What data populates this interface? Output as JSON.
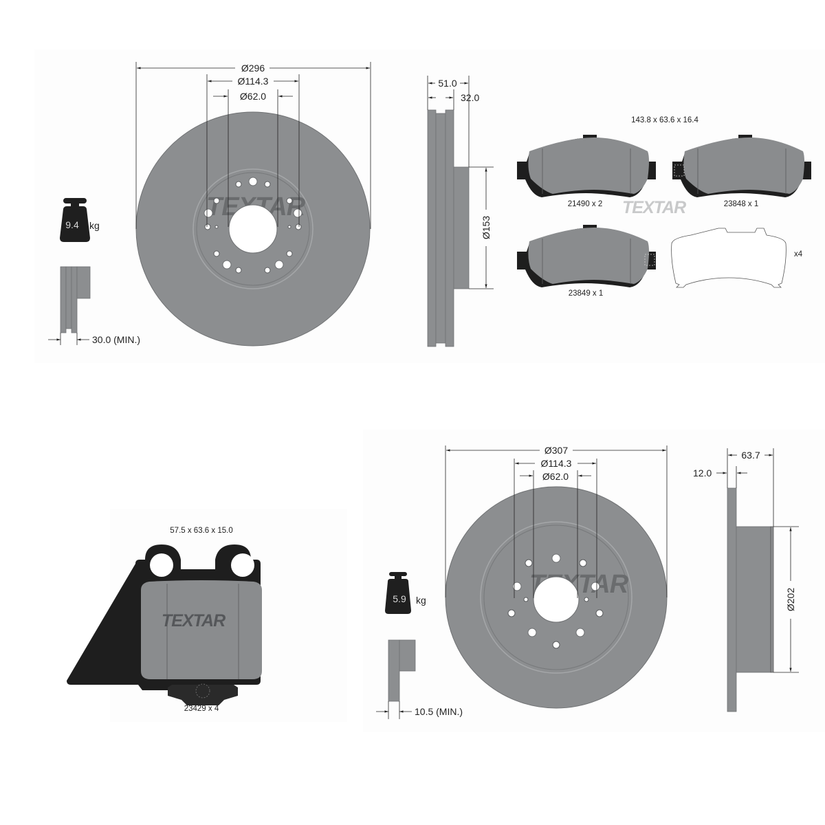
{
  "brand": "TEXTAR",
  "colors": {
    "disc_fill": "#8c8e90",
    "disc_stroke": "#6f7173",
    "pad_backing": "#1e1e1e",
    "pad_friction": "#8a8c8e",
    "weight_fill": "#1f1f1f",
    "dim_line": "#222222",
    "logo_on_disc": "#6a6c6e",
    "logo_on_white": "#c8c9ca"
  },
  "front_disc": {
    "outer_diameter": "Ø296",
    "bolt_circle": "Ø114.3",
    "center_bore": "Ø62.0",
    "total_height": "51.0",
    "thickness": "32.0",
    "hat_diameter": "Ø153",
    "weight_value": "9.4",
    "weight_unit": "kg",
    "min_thickness": "30.0 (MIN.)",
    "type": "vented"
  },
  "front_pads": {
    "dimensions": "143.8 x 63.6 x 16.4",
    "items": [
      {
        "label": "21490 x 2"
      },
      {
        "label": "23848 x 1"
      },
      {
        "label": "23849 x 1"
      }
    ],
    "shim_quantity": "x4"
  },
  "rear_pads": {
    "dimensions": "57.5 x 63.6 x 15.0",
    "label": "23429 x 4"
  },
  "rear_disc": {
    "outer_diameter": "Ø307",
    "bolt_circle": "Ø114.3",
    "center_bore": "Ø62.0",
    "total_height": "63.7",
    "thickness": "12.0",
    "hat_diameter": "Ø202",
    "weight_value": "5.9",
    "weight_unit": "kg",
    "min_thickness": "10.5 (MIN.)",
    "type": "solid"
  }
}
